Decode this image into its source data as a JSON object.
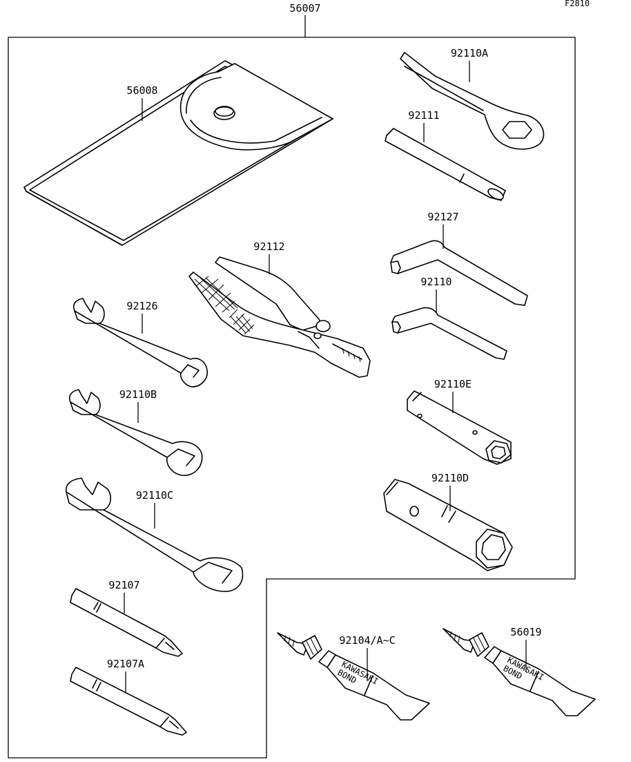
{
  "figure_code": "F2810",
  "assembly_part": "56007",
  "parts": {
    "pouch": "56008",
    "box_wrench": "92110A",
    "handle_bar": "92111",
    "hex_key_large": "92127",
    "hex_key_small": "92110",
    "pliers": "92112",
    "wrench_small": "92126",
    "wrench_medium": "92110B",
    "wrench_large": "92110C",
    "screwdriver": "92107",
    "screwdriver_a": "92107A",
    "spark_plug_wrench_small": "92110E",
    "spark_plug_wrench_large": "92110D",
    "bond_a": "92104/A~C",
    "bond_b": "56019"
  },
  "tube_text": {
    "brand": "KAWASAKI",
    "product": "BOND"
  }
}
